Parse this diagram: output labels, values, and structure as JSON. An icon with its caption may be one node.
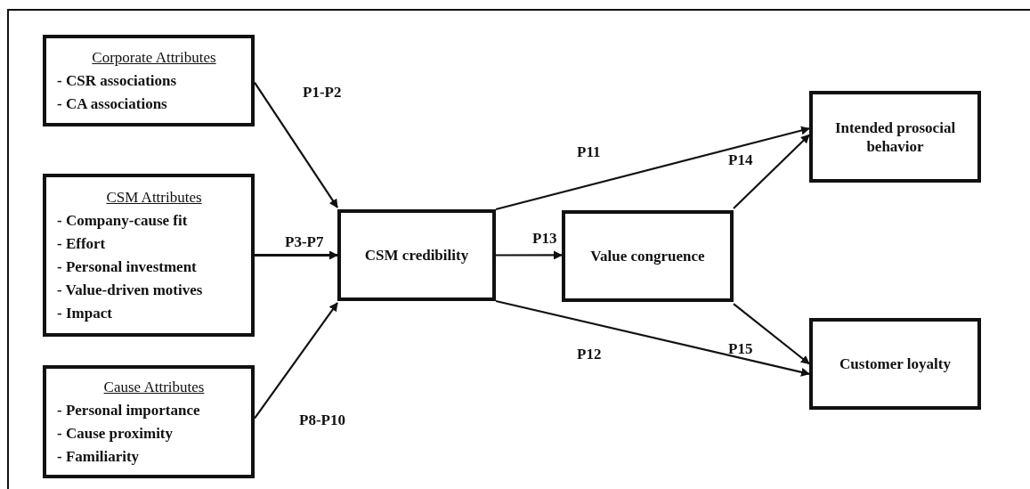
{
  "diagram": {
    "nodes": [
      {
        "text": [
          "Corporate Attributes",
          "- CSR associations",
          "- CA associations"
        ]
      },
      {
        "text": [
          "CSM Attributes",
          "- Company-cause fit",
          "- Effort",
          "- Personal investment",
          "- Value-driven motives",
          "- Impact"
        ]
      },
      {
        "text": [
          "Cause Attributes",
          "- Personal importance",
          "- Cause proximity",
          "- Familiarity"
        ]
      },
      {
        "text": [
          "CSM credibility"
        ]
      },
      {
        "text": [
          "Value congruence"
        ]
      },
      {
        "text": [
          "Intended prosocial behavior"
        ]
      },
      {
        "text": [
          "Customer loyalty"
        ]
      }
    ],
    "edges": [
      {
        "from": 0,
        "to": 3,
        "arrow": "to",
        "label": "P1-P2"
      },
      {
        "from": 1,
        "to": 3,
        "arrow": "to",
        "label": "P3-P7"
      },
      {
        "from": 2,
        "to": 3,
        "arrow": "to",
        "label": "P8-P10"
      },
      {
        "from": 3,
        "to": 5,
        "arrow": "to",
        "label": "P11"
      },
      {
        "from": 3,
        "to": 4,
        "arrow": "to",
        "label": "P13"
      },
      {
        "from": 3,
        "to": 6,
        "arrow": "to",
        "label": "P12"
      },
      {
        "from": 4,
        "to": 5,
        "arrow": "to",
        "label": "P14"
      },
      {
        "from": 4,
        "to": 6,
        "arrow": "to",
        "label": "P15"
      }
    ]
  }
}
